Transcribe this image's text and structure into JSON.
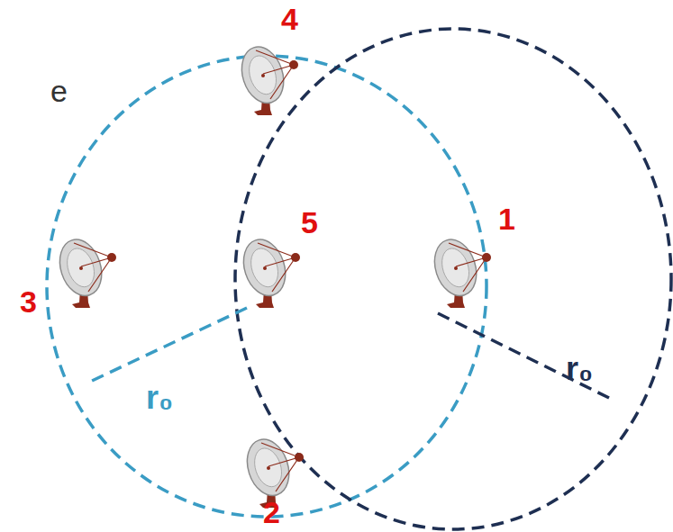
{
  "diagram": {
    "labels": [
      "e",
      "4",
      "5",
      "1",
      "3",
      "r₀",
      "r₀",
      "2"
    ]
  }
}
